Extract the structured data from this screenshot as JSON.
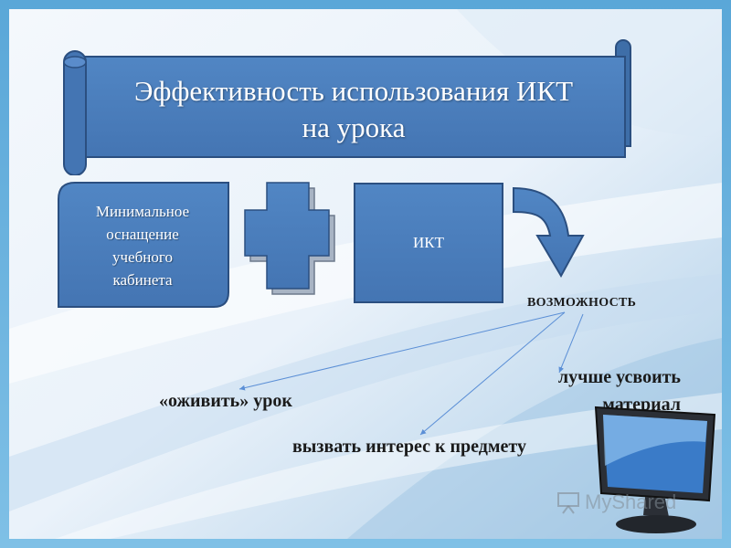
{
  "title": {
    "line1": "Эффективность использования ИКТ",
    "line2": "на урока"
  },
  "box_left": {
    "lines": [
      "Минимальное",
      "оснащение",
      "учебного",
      "кабинета"
    ]
  },
  "box_ikt": {
    "label": "ИКТ"
  },
  "labels": {
    "possibility": "ВОЗМОЖНОСТЬ",
    "better_learn": "лучше усвоить материал",
    "enliven": "«оживить» урок",
    "interest": "вызвать интерес к предмету"
  },
  "watermark": {
    "text": "MyShared"
  },
  "colors": {
    "box_fill": "#4a7ebb",
    "box_stroke": "#2b4f80",
    "arrow_line": "#5b8fd6",
    "text_dark": "#1a1a1a"
  }
}
